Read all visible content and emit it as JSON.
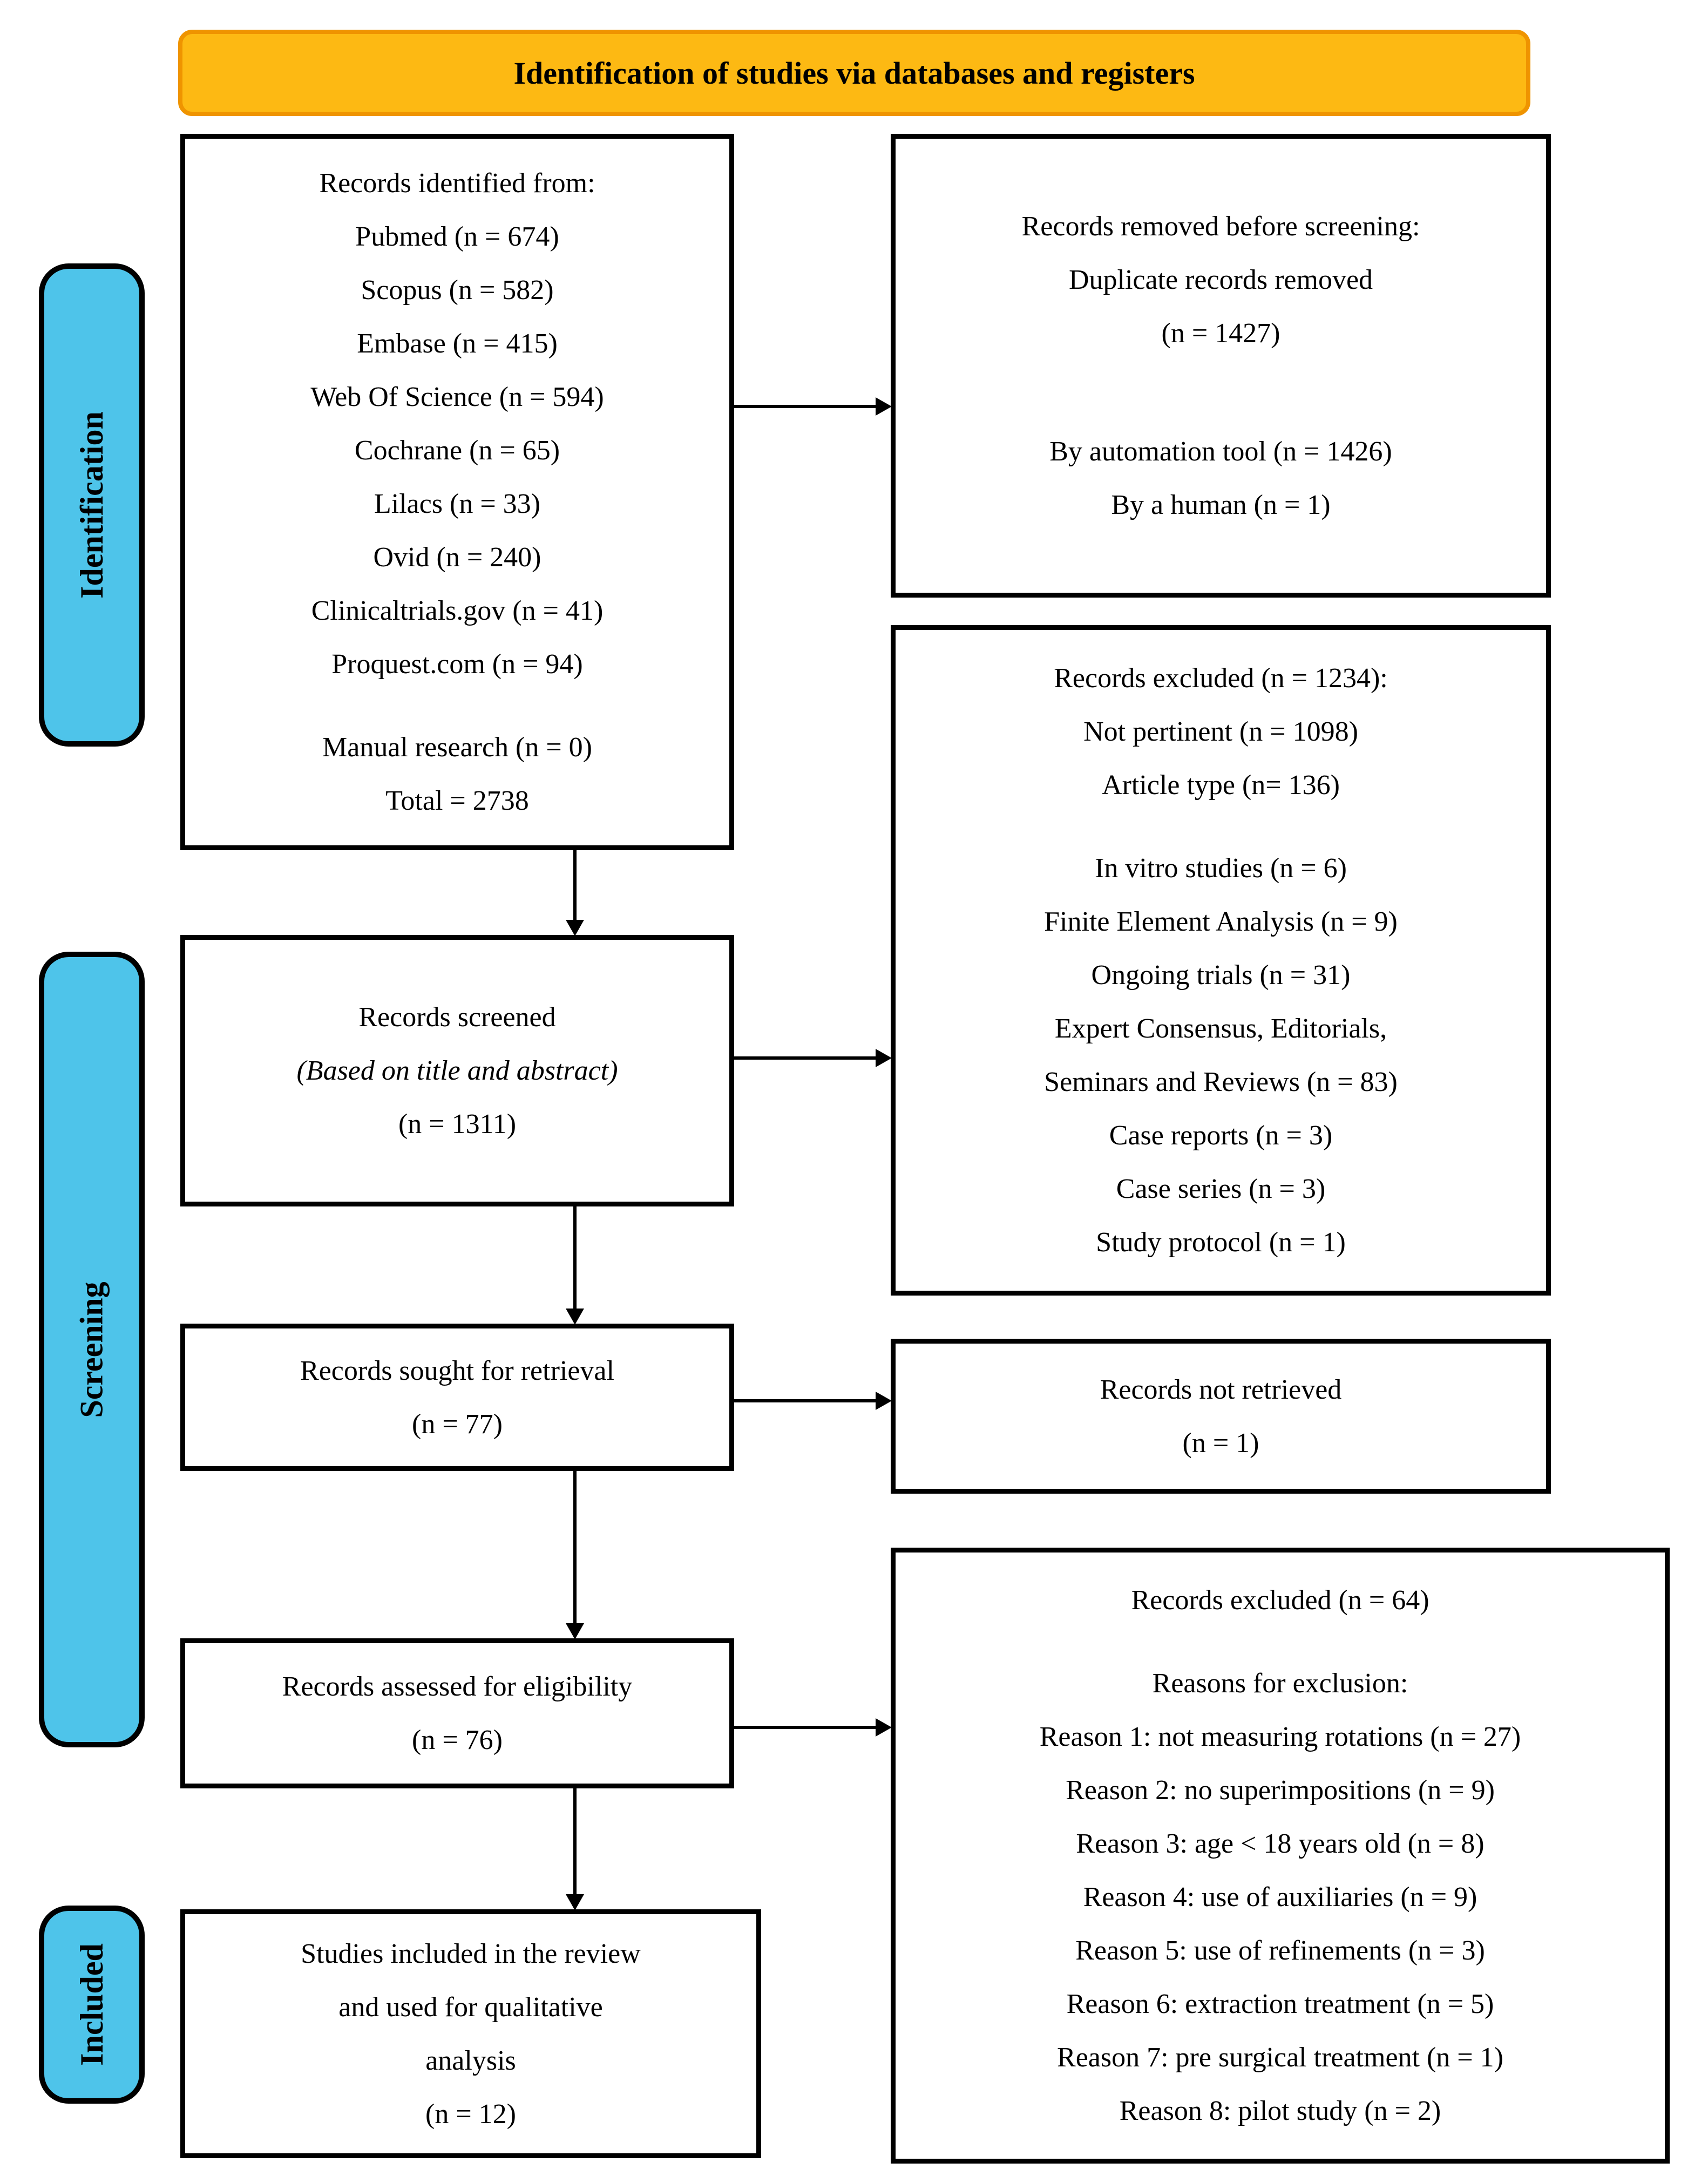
{
  "header": {
    "title": "Identification of studies via databases and registers"
  },
  "stages": {
    "identification": "Identification",
    "screening": "Screening",
    "included": "Included"
  },
  "boxes": {
    "identified": {
      "para1": [
        "Records identified from:",
        "Pubmed (n = 674)",
        "Scopus (n = 582)",
        "Embase (n = 415)",
        "Web Of Science (n = 594)",
        "Cochrane (n = 65)",
        "Lilacs (n = 33)",
        "Ovid (n = 240)",
        "Clinicaltrials.gov (n = 41)",
        "Proquest.com (n = 94)"
      ],
      "para2": [
        "Manual research (n = 0)",
        "Total = 2738"
      ]
    },
    "removed": {
      "para1": [
        "Records removed before screening:",
        "Duplicate records removed",
        "(n = 1427)"
      ],
      "para2": [
        "By automation tool (n = 1426)",
        "By a human (n = 1)"
      ]
    },
    "screened": {
      "line1": "Records screened",
      "line2": "(Based on title and abstract)",
      "line3": "(n = 1311)"
    },
    "excluded_screening": {
      "para1": [
        "Records excluded (n = 1234):",
        "Not pertinent (n = 1098)",
        "Article type (n= 136)"
      ],
      "para2": [
        "In vitro studies (n = 6)",
        "Finite Element Analysis (n = 9)",
        "Ongoing trials (n = 31)",
        "Expert Consensus, Editorials,",
        "Seminars and Reviews (n = 83)",
        "Case reports (n = 3)",
        "Case series (n = 3)",
        "Study protocol (n = 1)"
      ]
    },
    "sought": [
      "Records sought for retrieval",
      "(n = 77)"
    ],
    "not_retrieved": [
      "Records not retrieved",
      "(n = 1)"
    ],
    "assessed": [
      "Records assessed for eligibility",
      "(n = 76)"
    ],
    "excluded_eligibility": {
      "para1": [
        "Records excluded (n = 64)"
      ],
      "para2": [
        "Reasons for exclusion:",
        "Reason 1: not measuring rotations (n = 27)",
        "Reason 2: no superimpositions (n = 9)",
        "Reason 3: age < 18 years old (n = 8)",
        "Reason 4: use of auxiliaries (n = 9)",
        "Reason 5: use of refinements (n = 3)",
        "Reason 6: extraction treatment (n = 5)",
        "Reason 7: pre surgical treatment (n = 1)",
        "Reason 8: pilot study (n = 2)"
      ]
    },
    "included_studies": [
      "Studies included in the review",
      "and used for qualitative",
      "analysis",
      "(n = 12)"
    ]
  },
  "colors": {
    "header_bg": "#FDB913",
    "header_border": "#EF9400",
    "stage_bg": "#4EC4EA",
    "line_color": "#000000"
  }
}
